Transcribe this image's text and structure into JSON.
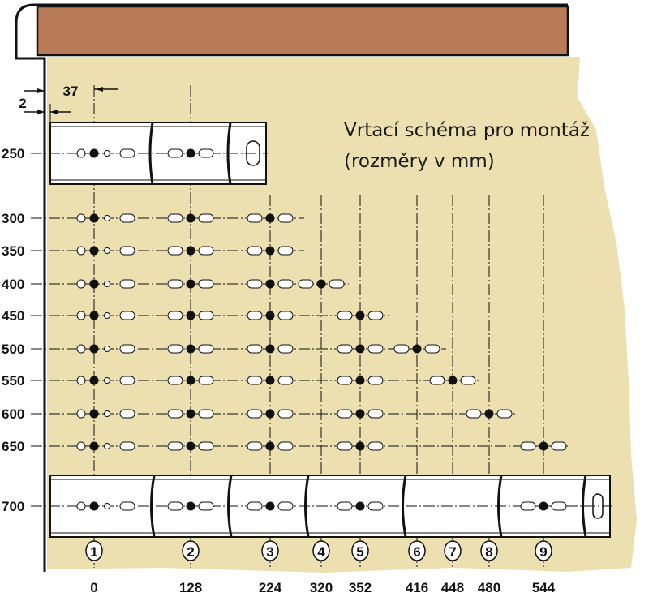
{
  "title": {
    "line1": "Vrtací schéma pro montáž",
    "line2": "(rozměry v mm)"
  },
  "dimensions": {
    "offset_edge": "2",
    "offset_first_hole": "37"
  },
  "colors": {
    "board": "#b77b57",
    "background": "#ede0b0",
    "line": "#111111"
  },
  "rows": [
    {
      "label": "250",
      "holes": [
        1,
        2
      ],
      "rail": true
    },
    {
      "label": "300",
      "holes": [
        1,
        2,
        3
      ]
    },
    {
      "label": "350",
      "holes": [
        1,
        2,
        3
      ]
    },
    {
      "label": "400",
      "holes": [
        1,
        2,
        3,
        4
      ]
    },
    {
      "label": "450",
      "holes": [
        1,
        2,
        3,
        5
      ]
    },
    {
      "label": "500",
      "holes": [
        1,
        2,
        3,
        5,
        6
      ]
    },
    {
      "label": "550",
      "holes": [
        1,
        2,
        3,
        5,
        7
      ]
    },
    {
      "label": "600",
      "holes": [
        1,
        2,
        3,
        5,
        8
      ]
    },
    {
      "label": "650",
      "holes": [
        1,
        2,
        3,
        5,
        9
      ]
    },
    {
      "label": "700",
      "holes": [
        1,
        2,
        3,
        5,
        9
      ],
      "rail": true
    }
  ],
  "columns": [
    {
      "number": "1",
      "position": "0"
    },
    {
      "number": "2",
      "position": "128"
    },
    {
      "number": "3",
      "position": "224"
    },
    {
      "number": "4",
      "position": "320"
    },
    {
      "number": "5",
      "position": "352"
    },
    {
      "number": "6",
      "position": "416"
    },
    {
      "number": "7",
      "position": "448"
    },
    {
      "number": "8",
      "position": "480"
    },
    {
      "number": "9",
      "position": "544"
    }
  ]
}
